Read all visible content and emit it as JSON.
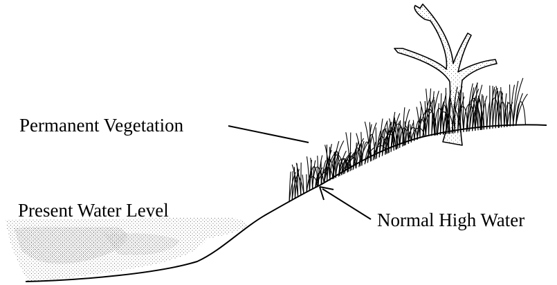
{
  "labels": {
    "permanent_vegetation": "Permanent Vegetation",
    "present_water_level": "Present Water Level",
    "normal_high_water": "Normal High Water"
  },
  "colors": {
    "ink": "#000000",
    "water_stipple": "#8c8c8c",
    "tree_stipple": "#9a9a9a",
    "background": "#ffffff"
  }
}
